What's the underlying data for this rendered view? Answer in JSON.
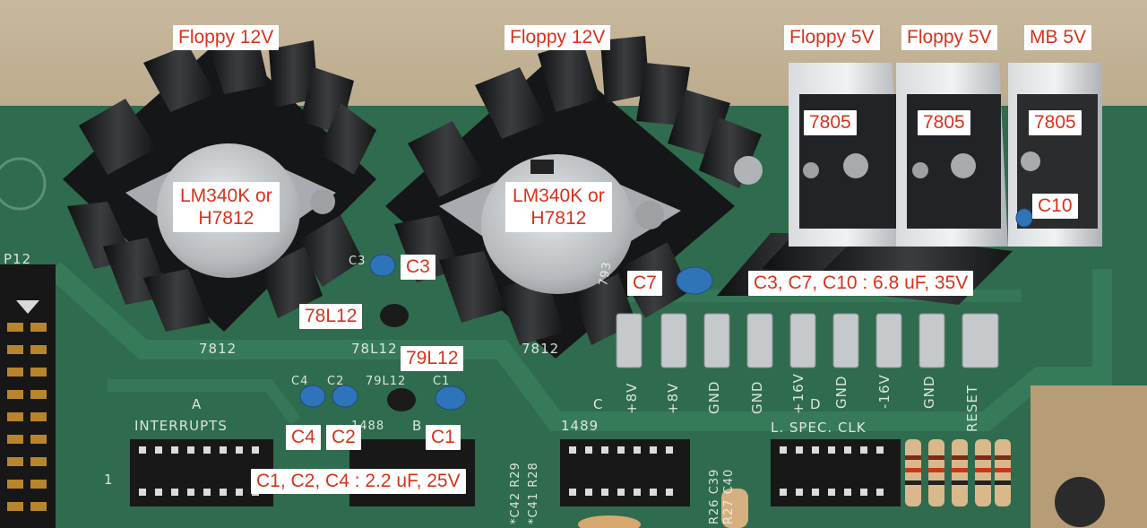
{
  "annotations": {
    "floppy12_left": "Floppy 12V",
    "floppy12_right": "Floppy 12V",
    "floppy5_a": "Floppy 5V",
    "floppy5_b": "Floppy 5V",
    "mb5": "MB 5V",
    "lm340k_left_1": "LM340K or",
    "lm340k_left_2": "H7812",
    "lm340k_right_1": "LM340K or",
    "lm340k_right_2": "H7812",
    "reg7805_a": "7805",
    "reg7805_b": "7805",
    "reg7805_c": "7805",
    "c10": "C10",
    "c3": "C3",
    "c7": "C7",
    "caps_spec_35v": "C3, C7, C10 : 6.8 uF, 35V",
    "reg78l12": "78L12",
    "reg79l12": "79L12",
    "c4": "C4",
    "c2": "C2",
    "c1": "C1",
    "caps_spec_25v": "C1, C2, C4 : 2.2 uF, 25V"
  },
  "silkscreen": {
    "ref_7812_left": "7812",
    "ref_7812_right": "7812",
    "ref_78l12": "78L12",
    "ref_79l12": "79L12",
    "ref_c3": "C3",
    "ref_c4": "C4",
    "ref_c2": "C2",
    "ref_c1": "C1",
    "section_a": "A",
    "interrupts": "INTERRUPTS",
    "section_b": "B",
    "section_c": "C",
    "ic_1489": "1489",
    "ic_1488": "1488",
    "spec_clk": "L. SPEC. CLK",
    "section_d": "D",
    "pin_1": "1",
    "p12": "P12",
    "terminal_plus8v_1": "+8V",
    "terminal_plus8v_2": "+8V",
    "terminal_gnd_1": "GND",
    "terminal_gnd_2": "GND",
    "terminal_plus16v": "+16V",
    "terminal_gnd_3": "GND",
    "terminal_minus16v": "-16V",
    "terminal_gnd_4": "GND",
    "terminal_reset": "RESET",
    "r_group_1": "*C42 R29",
    "r_group_2": "*C41 R28",
    "r_group_3": "R26 C39",
    "r_group_4": "R27 C40",
    "chip_mark": "793"
  },
  "colors": {
    "board": "#2f6b4e",
    "label_text": "#d8321b",
    "label_bg": "#ffffff",
    "capacitor": "#2f74b8",
    "heatsink": "#1c1d1e",
    "aluminum": "#c9ccd0"
  }
}
